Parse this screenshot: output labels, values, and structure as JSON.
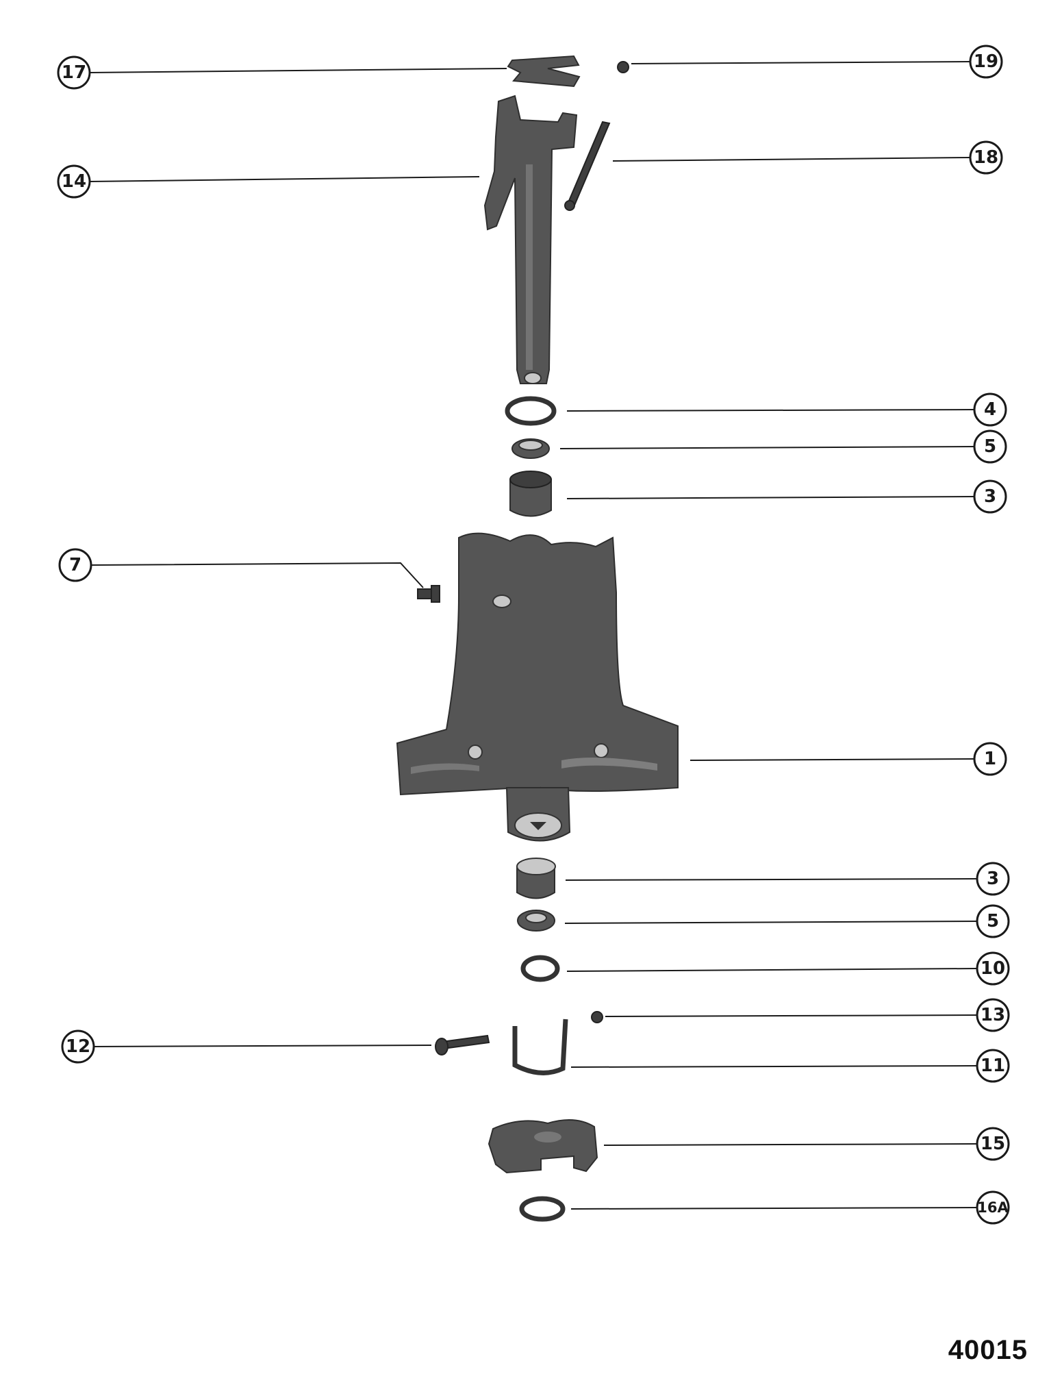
{
  "figure_number": "40015",
  "callouts": [
    {
      "id": "c17",
      "label": "17"
    },
    {
      "id": "c19",
      "label": "19"
    },
    {
      "id": "c14",
      "label": "14"
    },
    {
      "id": "c18",
      "label": "18"
    },
    {
      "id": "c4",
      "label": "4"
    },
    {
      "id": "c5a",
      "label": "5"
    },
    {
      "id": "c3a",
      "label": "3"
    },
    {
      "id": "c7",
      "label": "7"
    },
    {
      "id": "c1",
      "label": "1"
    },
    {
      "id": "c3b",
      "label": "3"
    },
    {
      "id": "c5b",
      "label": "5"
    },
    {
      "id": "c10",
      "label": "10"
    },
    {
      "id": "c13",
      "label": "13"
    },
    {
      "id": "c12",
      "label": "12"
    },
    {
      "id": "c11",
      "label": "11"
    },
    {
      "id": "c15",
      "label": "15"
    },
    {
      "id": "c16a",
      "label": "16A"
    }
  ],
  "colors": {
    "ink": "#1a1a1a",
    "part": "#555555",
    "background": "#ffffff"
  }
}
